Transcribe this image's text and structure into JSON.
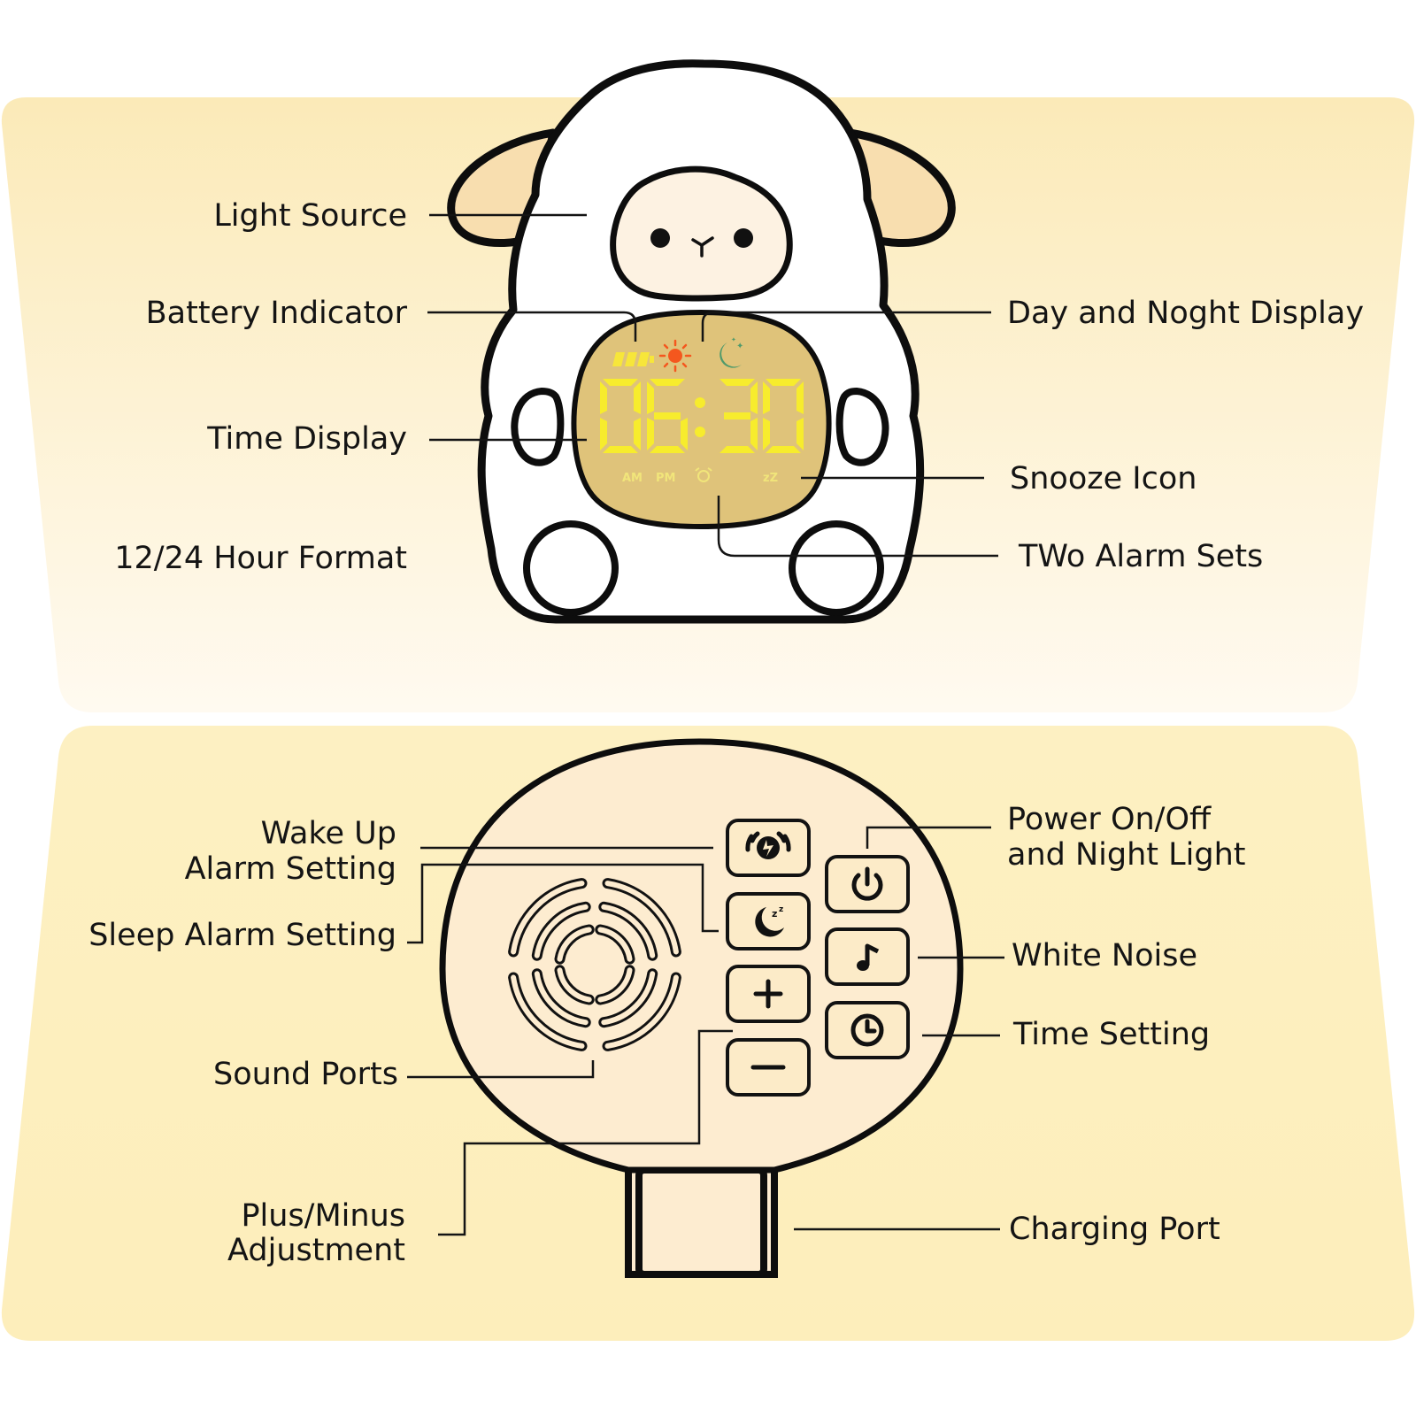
{
  "colors": {
    "panel_top_start": "#fbeab8",
    "panel_top_end": "#fffaf0",
    "panel_bottom": "#fdf0c0",
    "body_white": "#ffffff",
    "face": "#fdf2e2",
    "ears": "#f8deaf",
    "screen": "#dfc37a",
    "digits": "#f7ec2d",
    "sun": "#f4571e",
    "moon": "#4f9a6b",
    "outline": "#111111",
    "base": "#fdecd0",
    "button": "#fcebc8"
  },
  "display": {
    "time": "06:30",
    "am": "AM",
    "pm": "PM",
    "snooze": "zZ"
  },
  "labels": {
    "light_source": "Light Source",
    "battery_indicator": "Battery Indicator",
    "time_display": "Time Display",
    "hour_format": "12/24 Hour Format",
    "day_night_display": "Day and Noght Display",
    "snooze_icon": "Snooze Icon",
    "two_alarm_sets": "TWo Alarm Sets",
    "wake_up_line1": "Wake Up",
    "wake_up_line2": "Alarm Setting",
    "sleep_alarm": "Sleep Alarm Setting",
    "sound_ports": "Sound Ports",
    "plus_minus_line1": "Plus/Minus",
    "plus_minus_line2": "Adjustment",
    "power_line1": "Power On/Off",
    "power_line2": "and Night Light",
    "white_noise": "White Noise",
    "time_setting": "Time Setting",
    "charging_port": "Charging Port"
  },
  "icons": {
    "buttons_left": [
      "alarm-clock-icon",
      "moon-sleep-icon",
      "plus-icon",
      "minus-icon"
    ],
    "buttons_right": [
      "power-icon",
      "music-note-icon",
      "clock-icon"
    ],
    "screen_status": [
      "battery-icon",
      "sun-icon",
      "moon-icon",
      "alarm-icon",
      "moon-small-icon"
    ]
  }
}
